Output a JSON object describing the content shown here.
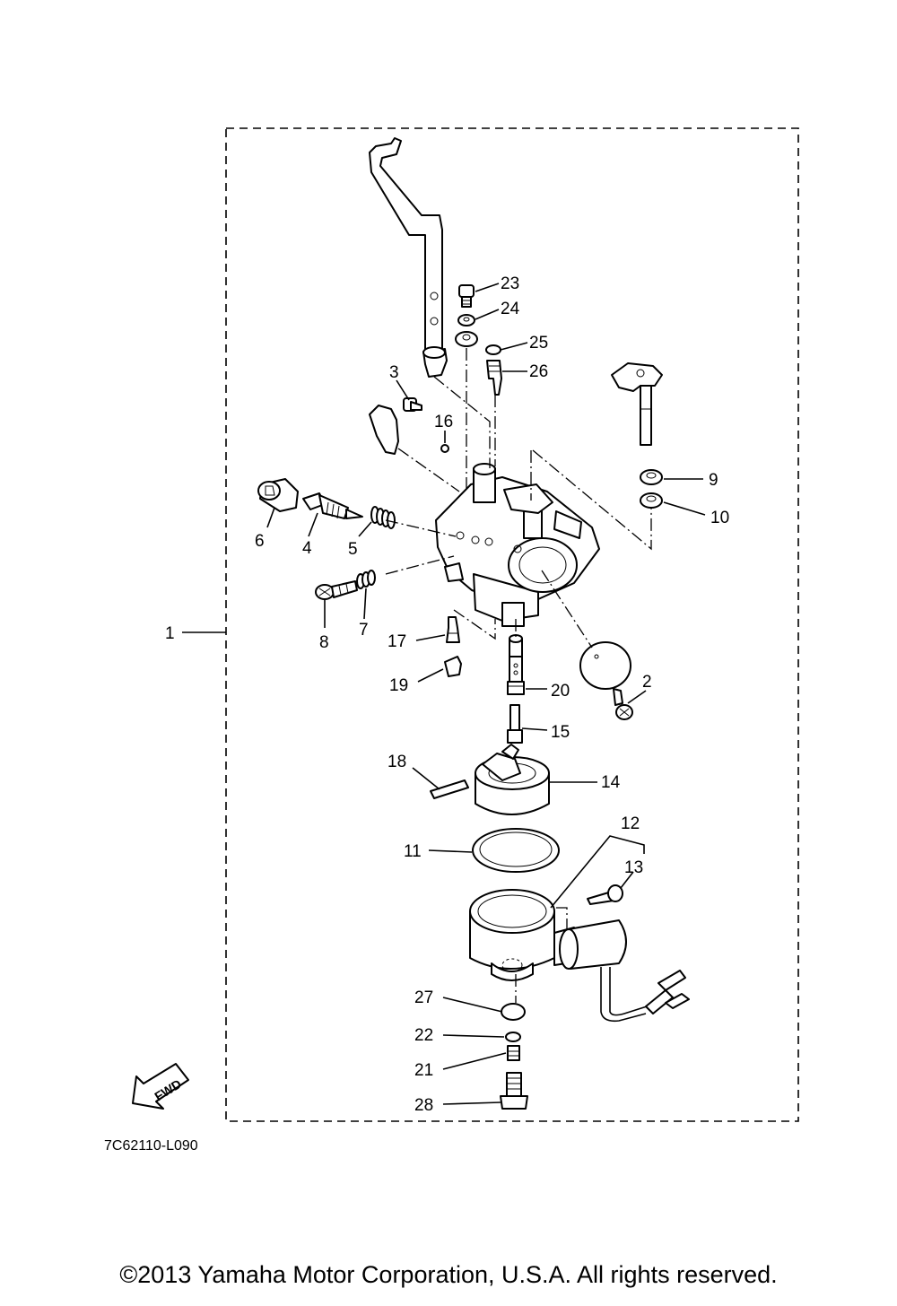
{
  "copyright": "©2013 Yamaha Motor Corporation, U.S.A. All rights reserved.",
  "diagram_code": "7C62110-L090",
  "fwd_label": "FWD",
  "callouts": {
    "1": "1",
    "2": "2",
    "3": "3",
    "4": "4",
    "5": "5",
    "6": "6",
    "7": "7",
    "8": "8",
    "9": "9",
    "10": "10",
    "11": "11",
    "12": "12",
    "13": "13",
    "14": "14",
    "15": "15",
    "16": "16",
    "17": "17",
    "18": "18",
    "19": "19",
    "20": "20",
    "21": "21",
    "22": "22",
    "23": "23",
    "24": "24",
    "25": "25",
    "26": "26",
    "27": "27",
    "28": "28"
  }
}
